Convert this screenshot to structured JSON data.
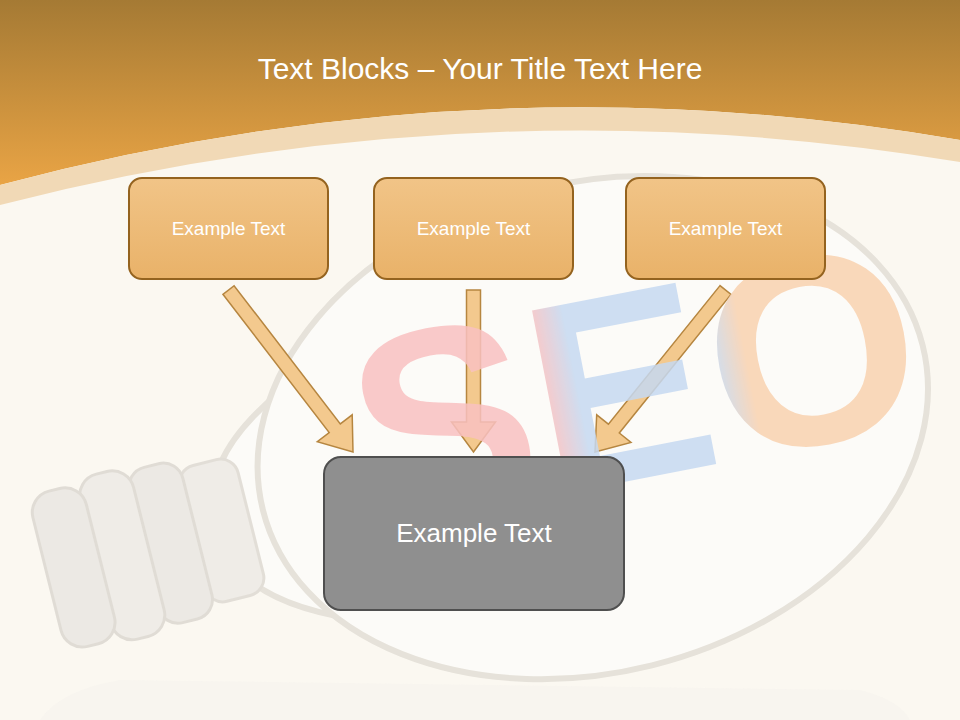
{
  "diagram": {
    "title": "Text Blocks – Your Title Text Here",
    "nodes": [
      {
        "text": [
          "Example Text"
        ]
      },
      {
        "text": [
          "Example Text"
        ]
      },
      {
        "text": [
          "Example Text"
        ]
      },
      {
        "text": [
          "Example Text"
        ]
      }
    ],
    "edges": [
      {
        "from": 0,
        "to": 3,
        "arrow": "to"
      },
      {
        "from": 1,
        "to": 3,
        "arrow": "to"
      },
      {
        "from": 2,
        "to": 3,
        "arrow": "to"
      }
    ],
    "labels": [
      "SEO"
    ]
  }
}
